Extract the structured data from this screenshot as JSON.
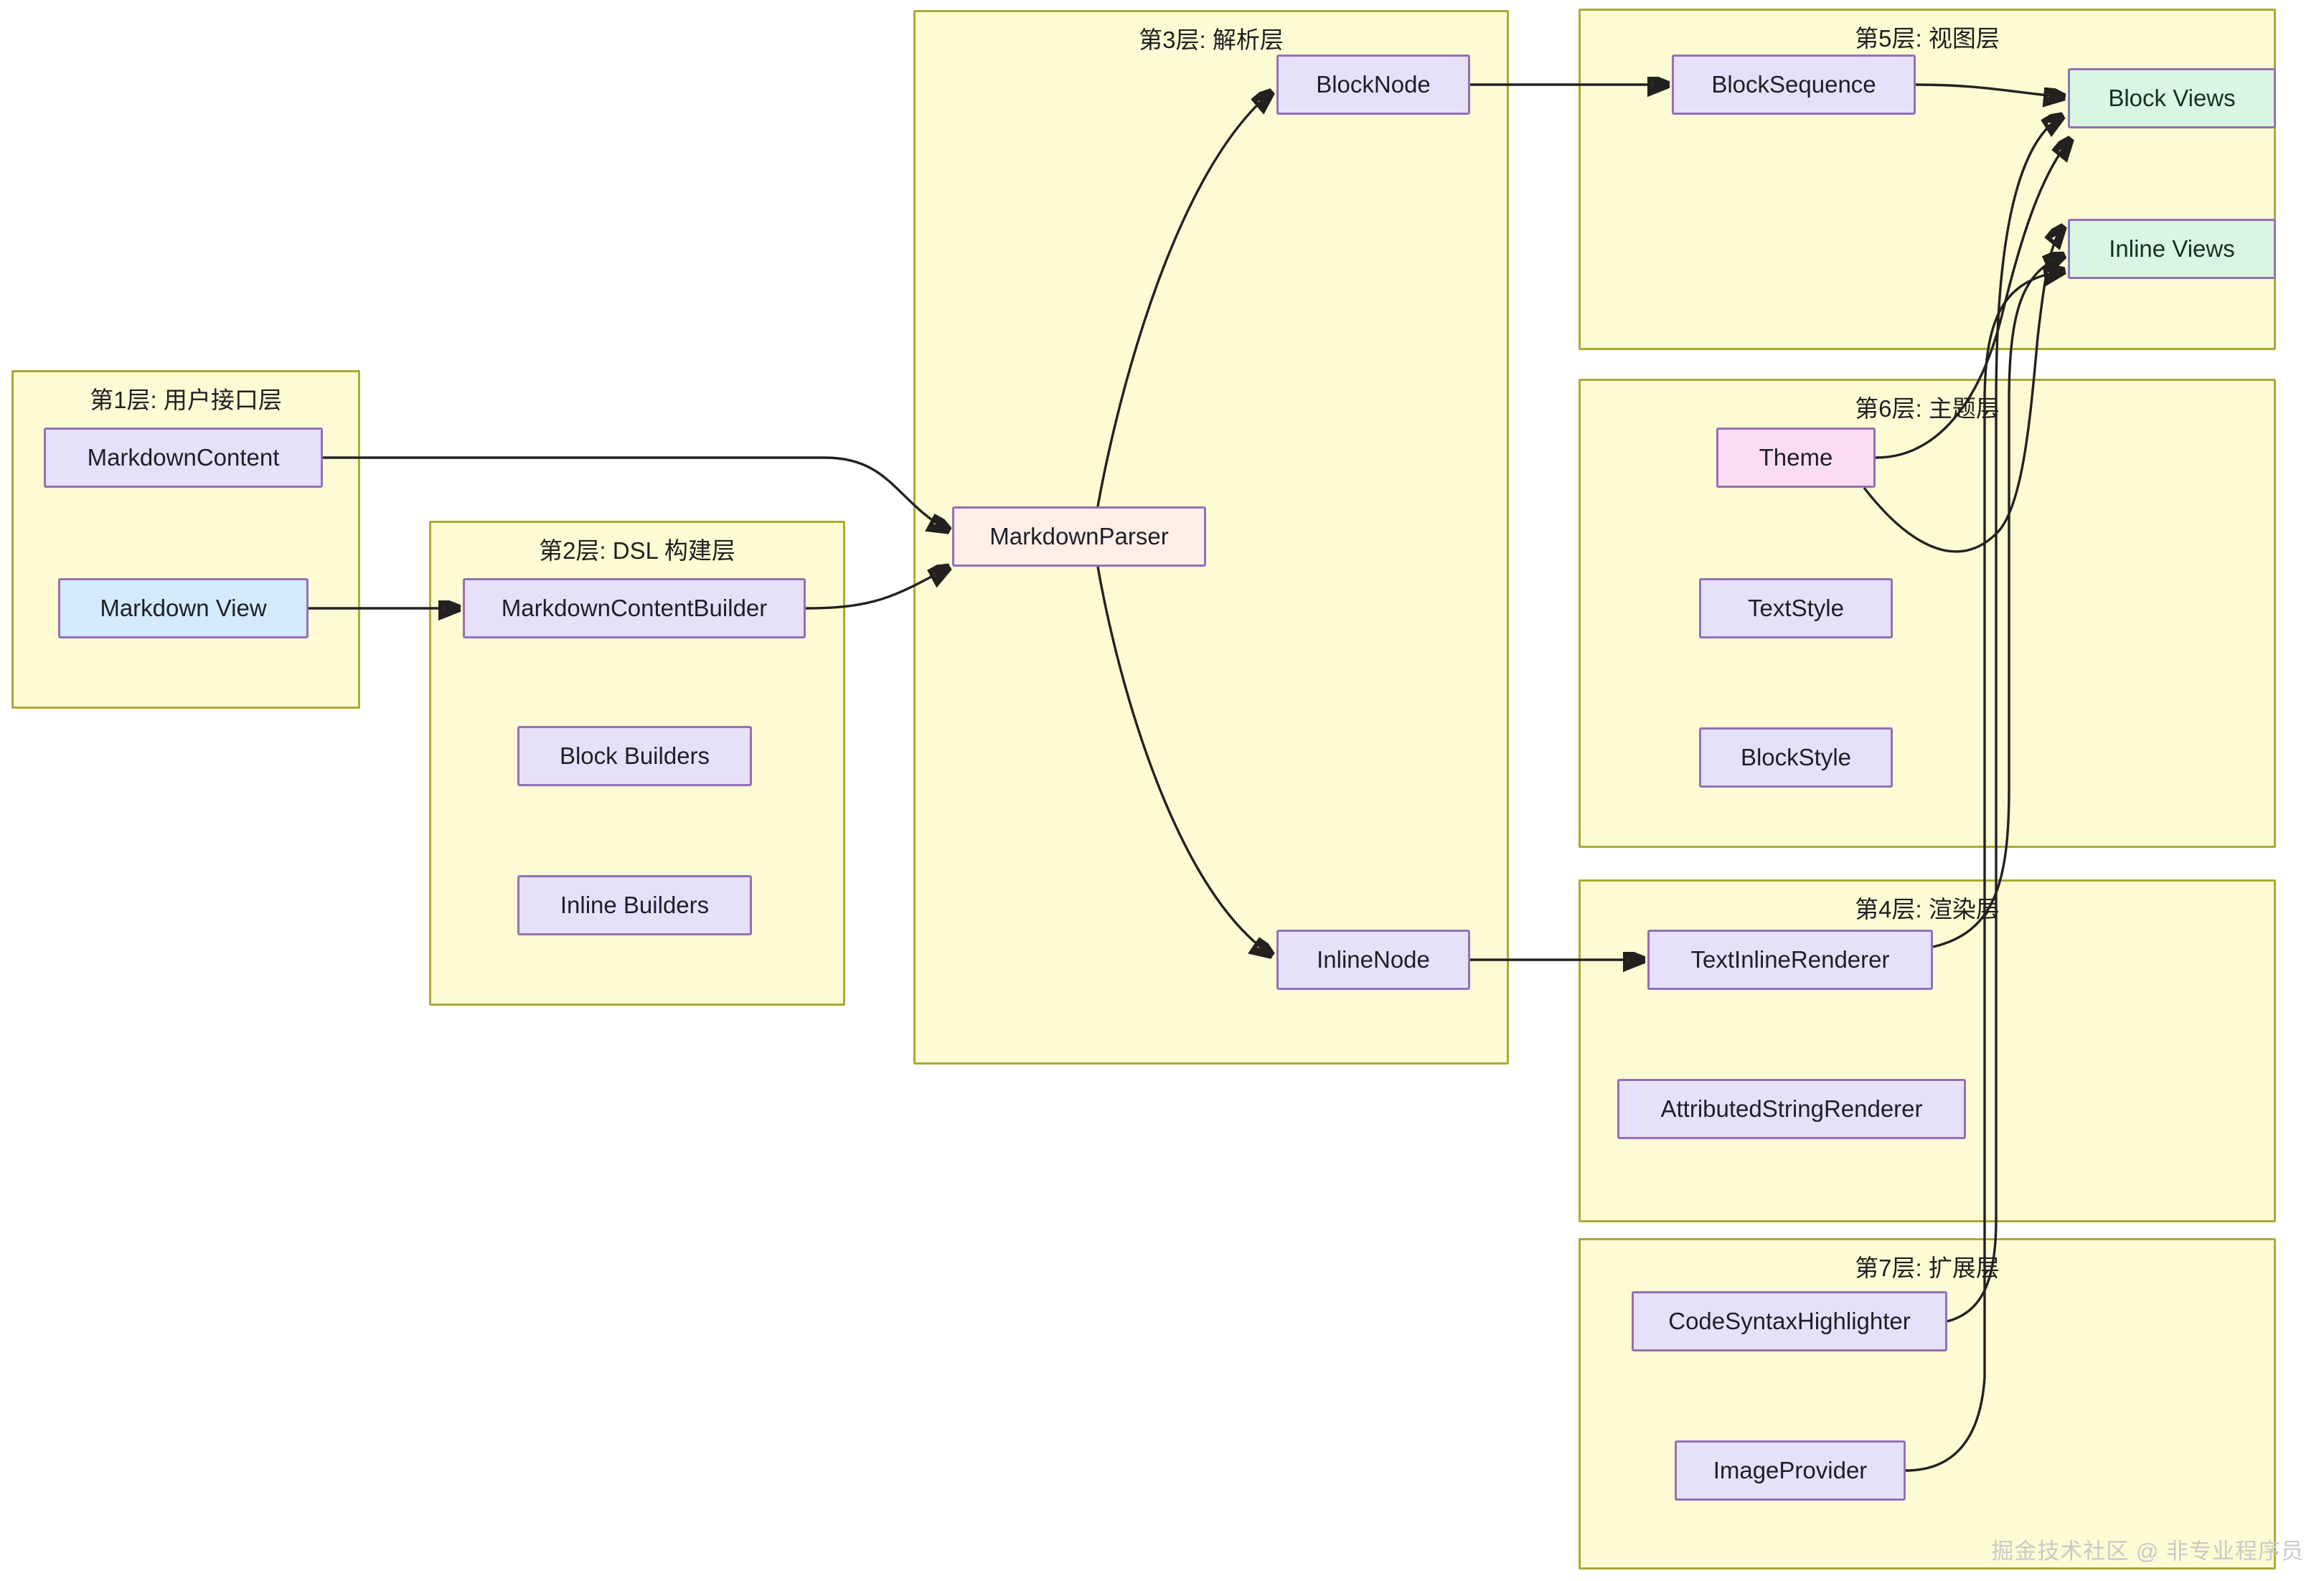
{
  "diagram": {
    "title_watermark": "掘金技术社区 @ 非专业程序员",
    "layers": [
      {
        "id": "layer1",
        "title": "第1层: 用户接口层",
        "nodes": [
          {
            "id": "MarkdownContent",
            "label": "MarkdownContent",
            "style": "purple"
          },
          {
            "id": "MarkdownView",
            "label": "Markdown View",
            "style": "blue"
          }
        ]
      },
      {
        "id": "layer2",
        "title": "第2层: DSL 构建层",
        "nodes": [
          {
            "id": "MarkdownContentBuilder",
            "label": "MarkdownContentBuilder",
            "style": "purple"
          },
          {
            "id": "BlockBuilders",
            "label": "Block Builders",
            "style": "purple"
          },
          {
            "id": "InlineBuilders",
            "label": "Inline Builders",
            "style": "purple"
          }
        ]
      },
      {
        "id": "layer3",
        "title": "第3层: 解析层",
        "nodes": [
          {
            "id": "MarkdownParser",
            "label": "MarkdownParser",
            "style": "peach"
          },
          {
            "id": "BlockNode",
            "label": "BlockNode",
            "style": "purple"
          },
          {
            "id": "InlineNode",
            "label": "InlineNode",
            "style": "purple"
          }
        ]
      },
      {
        "id": "layer4",
        "title": "第4层: 渲染层",
        "nodes": [
          {
            "id": "TextInlineRenderer",
            "label": "TextInlineRenderer",
            "style": "purple"
          },
          {
            "id": "AttributedStringRenderer",
            "label": "AttributedStringRenderer",
            "style": "purple"
          }
        ]
      },
      {
        "id": "layer5",
        "title": "第5层: 视图层",
        "nodes": [
          {
            "id": "BlockSequence",
            "label": "BlockSequence",
            "style": "purple"
          },
          {
            "id": "BlockViews",
            "label": "Block Views",
            "style": "green"
          },
          {
            "id": "InlineViews",
            "label": "Inline Views",
            "style": "green"
          }
        ]
      },
      {
        "id": "layer6",
        "title": "第6层: 主题层",
        "nodes": [
          {
            "id": "Theme",
            "label": "Theme",
            "style": "pink"
          },
          {
            "id": "TextStyle",
            "label": "TextStyle",
            "style": "purple"
          },
          {
            "id": "BlockStyle",
            "label": "BlockStyle",
            "style": "purple"
          }
        ]
      },
      {
        "id": "layer7",
        "title": "第7层: 扩展层",
        "nodes": [
          {
            "id": "CodeSyntaxHighlighter",
            "label": "CodeSyntaxHighlighter",
            "style": "purple"
          },
          {
            "id": "ImageProvider",
            "label": "ImageProvider",
            "style": "purple"
          }
        ]
      }
    ],
    "edges": [
      {
        "from": "MarkdownContent",
        "to": "MarkdownParser"
      },
      {
        "from": "MarkdownView",
        "to": "MarkdownContentBuilder"
      },
      {
        "from": "MarkdownContentBuilder",
        "to": "MarkdownParser"
      },
      {
        "from": "MarkdownParser",
        "to": "BlockNode"
      },
      {
        "from": "MarkdownParser",
        "to": "InlineNode"
      },
      {
        "from": "BlockNode",
        "to": "BlockSequence"
      },
      {
        "from": "BlockSequence",
        "to": "BlockViews"
      },
      {
        "from": "InlineNode",
        "to": "TextInlineRenderer"
      },
      {
        "from": "TextInlineRenderer",
        "to": "InlineViews"
      },
      {
        "from": "Theme",
        "to": "BlockViews"
      },
      {
        "from": "Theme",
        "to": "InlineViews"
      },
      {
        "from": "CodeSyntaxHighlighter",
        "to": "BlockViews"
      },
      {
        "from": "ImageProvider",
        "to": "InlineViews"
      }
    ],
    "colors": {
      "layer_fill": "#fdfbd4",
      "layer_border": "#aaaa33",
      "node_purple_fill": "#e7e0fb",
      "node_blue_fill": "#d4eafd",
      "node_peach_fill": "#fdeee8",
      "node_pink_fill": "#fbddf1",
      "node_green_fill": "#d8f6e1",
      "node_border": "#9370b8",
      "edge_stroke": "#23211f"
    }
  }
}
